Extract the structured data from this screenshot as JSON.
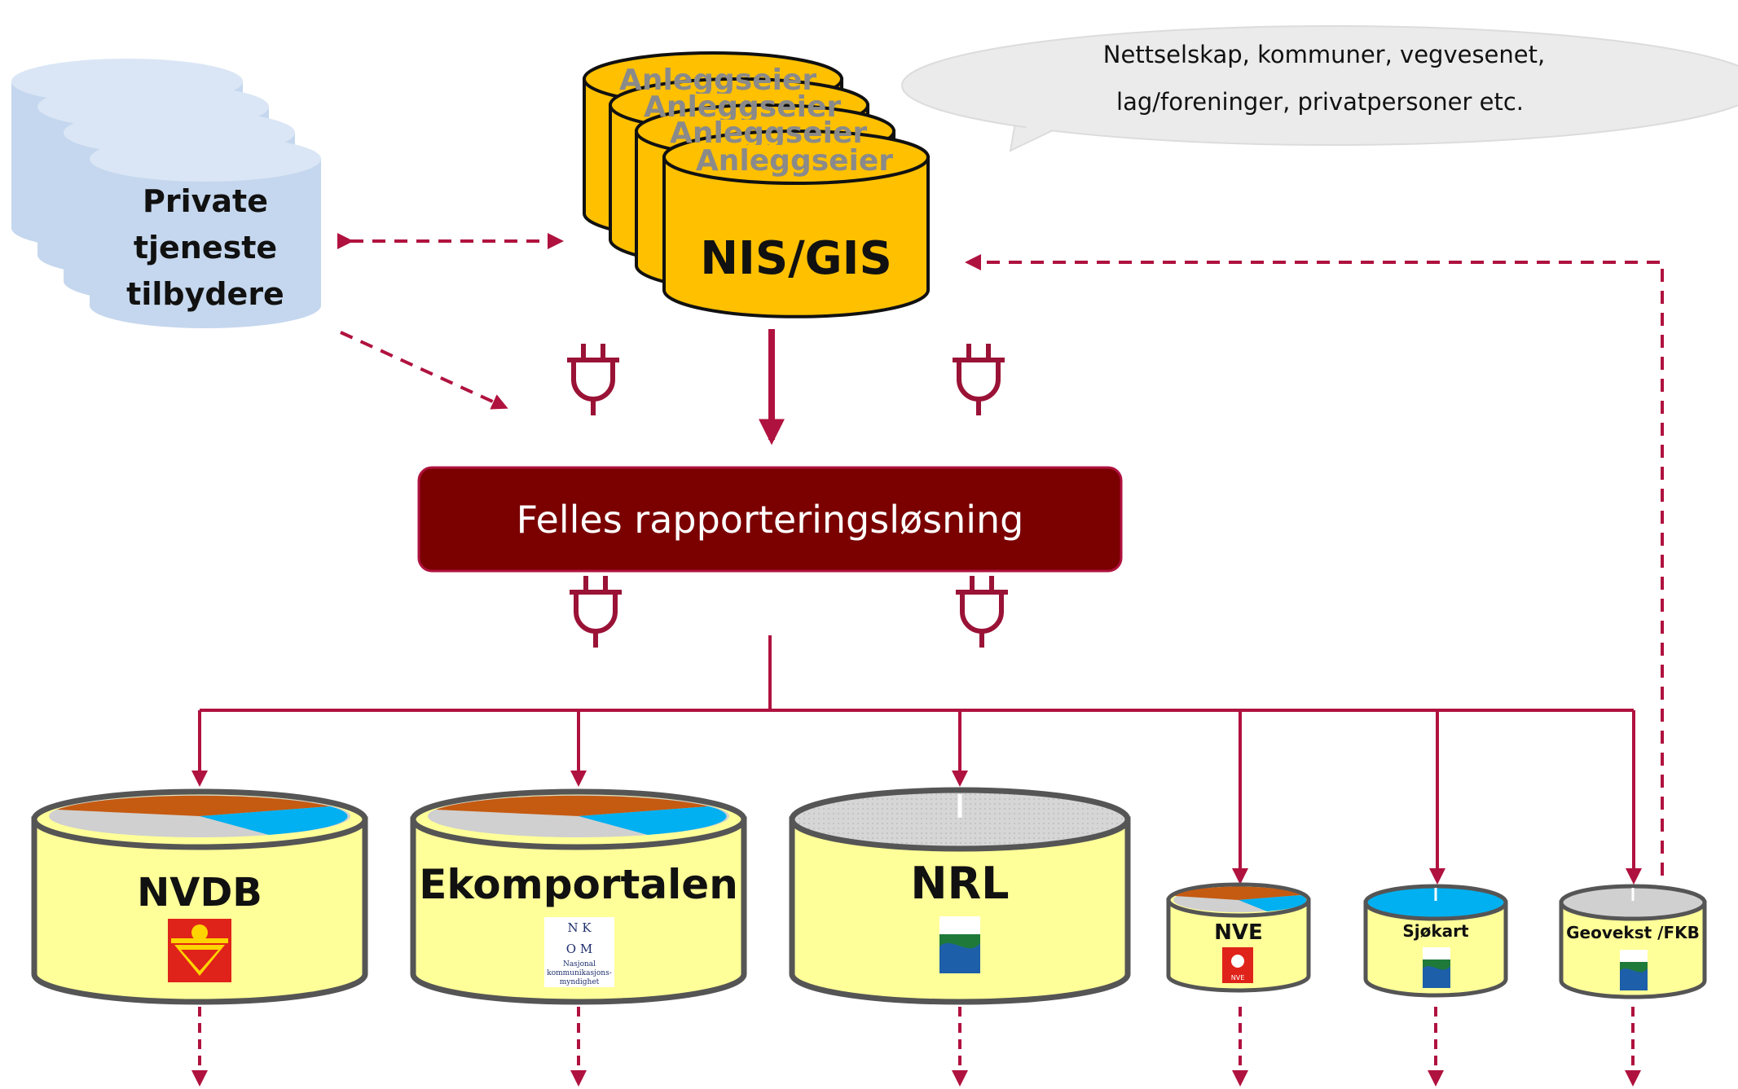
{
  "callout": {
    "line1": "Nettselskap, kommuner,  vegvesenet,",
    "line2": "lag/foreninger, privatpersoner etc."
  },
  "private_providers": {
    "line1": "Private",
    "line2": "tjeneste",
    "line3": "tilbydere"
  },
  "owner_stack": {
    "back_label": "Anleggseier",
    "front_label": "Anleggseier",
    "system": "NIS/GIS"
  },
  "hub": {
    "label": "Felles rapporteringsløsning"
  },
  "registries": {
    "nvdb": "NVDB",
    "ekom": "Ekomportalen",
    "nrl": "NRL",
    "nve": "NVE",
    "sjokart": "Sjøkart",
    "geovekst": "Geovekst /FKB"
  },
  "logos": {
    "nkom_letters_top": "N K",
    "nkom_letters_bottom": "O M",
    "nkom_line1": "Nasjonal",
    "nkom_line2": "kommunikasjons-",
    "nkom_line3": "myndighet",
    "nve_small": "NVE"
  },
  "colors": {
    "arrow": "#b0123f",
    "hub_fill": "#7b0000",
    "owner_fill": "#ffc000",
    "registry_fill": "#ffff99",
    "private_fill": "#c5d7ee",
    "callout_fill": "#ebebeb",
    "pie_orange": "#c55a11",
    "pie_blue": "#00b0f0",
    "pie_gray": "#d0d0d0"
  },
  "icons": [
    "database-icon",
    "plug-icon",
    "arrow-icon",
    "logo-statens-vegvesen",
    "logo-nkom",
    "logo-kartverket",
    "logo-nve"
  ]
}
